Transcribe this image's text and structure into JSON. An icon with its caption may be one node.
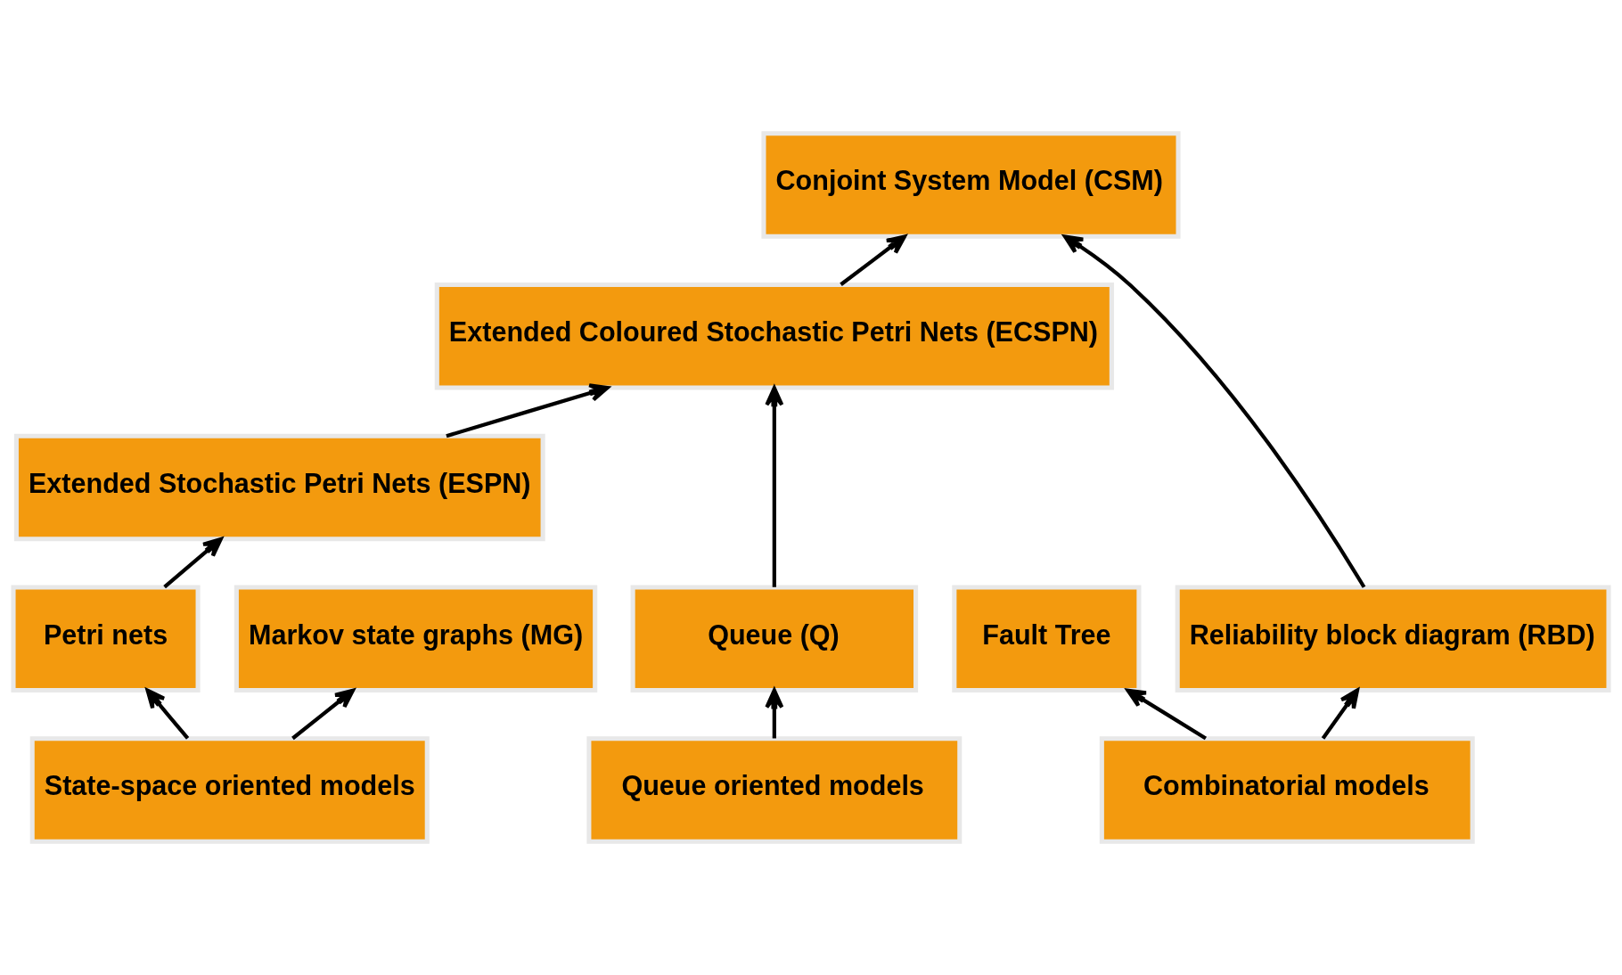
{
  "diagram": {
    "nodes": [
      {
        "text": [
          "Conjoint System Model (CSM)"
        ]
      },
      {
        "text": [
          "Extended Coloured Stochastic Petri Nets (ECSPN)"
        ]
      },
      {
        "text": [
          "Extended Stochastic Petri Nets (ESPN)"
        ]
      },
      {
        "text": [
          "Fault Tree"
        ]
      },
      {
        "text": [
          "Reliability block diagram (RBD)"
        ]
      },
      {
        "text": [
          "Queue (Q)"
        ]
      },
      {
        "text": [
          "Petri nets"
        ]
      },
      {
        "text": [
          "Markov state graphs (MG)"
        ]
      },
      {
        "text": [
          "Combinatorial models"
        ]
      },
      {
        "text": [
          "Queue oriented models"
        ]
      },
      {
        "text": [
          "State-space oriented models"
        ]
      }
    ],
    "edges": [
      {
        "from": 4,
        "to": 0,
        "arrow": "to"
      },
      {
        "from": 1,
        "to": 0,
        "arrow": "to"
      },
      {
        "from": 5,
        "to": 1,
        "arrow": "to"
      },
      {
        "from": 2,
        "to": 1,
        "arrow": "to"
      },
      {
        "from": 6,
        "to": 2,
        "arrow": "to"
      },
      {
        "from": 8,
        "to": 3,
        "arrow": "to"
      },
      {
        "from": 8,
        "to": 4,
        "arrow": "to"
      },
      {
        "from": 9,
        "to": 5,
        "arrow": "to"
      },
      {
        "from": 10,
        "to": 6,
        "arrow": "to"
      },
      {
        "from": 10,
        "to": 7,
        "arrow": "to"
      }
    ]
  }
}
